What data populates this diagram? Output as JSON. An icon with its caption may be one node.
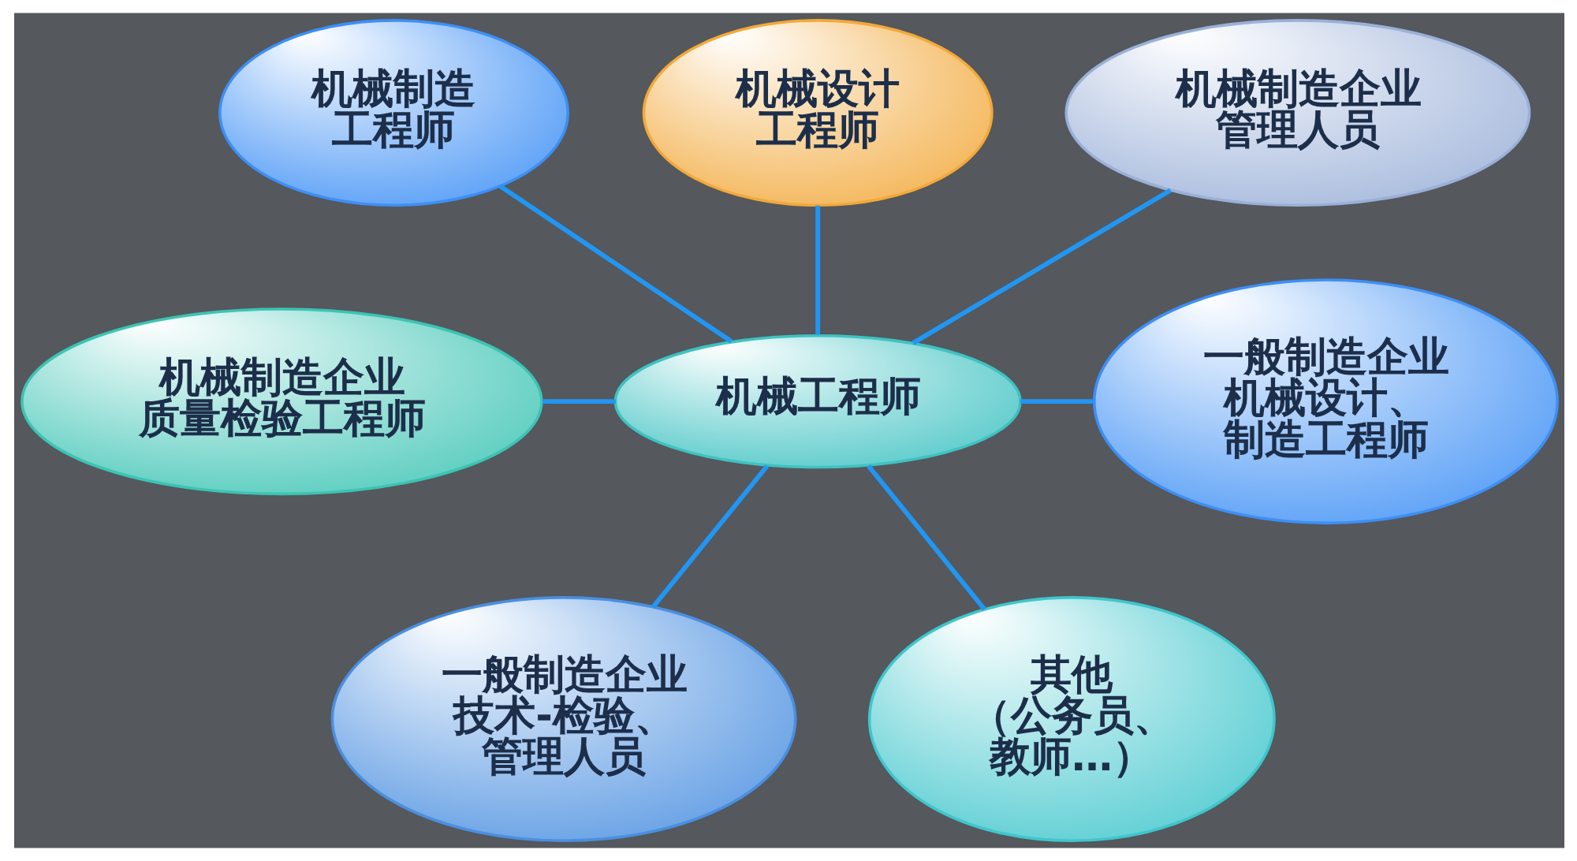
{
  "diagram": {
    "nodes": [
      {
        "text": [
          "机械设计工程师"
        ]
      },
      {
        "text": [
          "机械制造工程师"
        ]
      },
      {
        "text": [
          "机械制造企业管理人员"
        ]
      },
      {
        "text": [
          "机械工程师"
        ]
      },
      {
        "text": [
          "机械制造企业质量检验工程师"
        ]
      },
      {
        "text": [
          "一般制造企业机械设计、制造工程师"
        ]
      },
      {
        "text": [
          "一般制造企业技术-检验、管理人员"
        ]
      },
      {
        "text": [
          "其他（公务员、教师…）"
        ]
      }
    ],
    "edges": [
      {
        "from": 0,
        "to": 3,
        "arrow": "none"
      },
      {
        "from": 1,
        "to": 3,
        "arrow": "none"
      },
      {
        "from": 2,
        "to": 3,
        "arrow": "none"
      },
      {
        "from": 4,
        "to": 3,
        "arrow": "none"
      },
      {
        "from": 3,
        "to": 5,
        "arrow": "none"
      },
      {
        "from": 3,
        "to": 6,
        "arrow": "none"
      },
      {
        "from": 3,
        "to": 7,
        "arrow": "none"
      }
    ]
  }
}
